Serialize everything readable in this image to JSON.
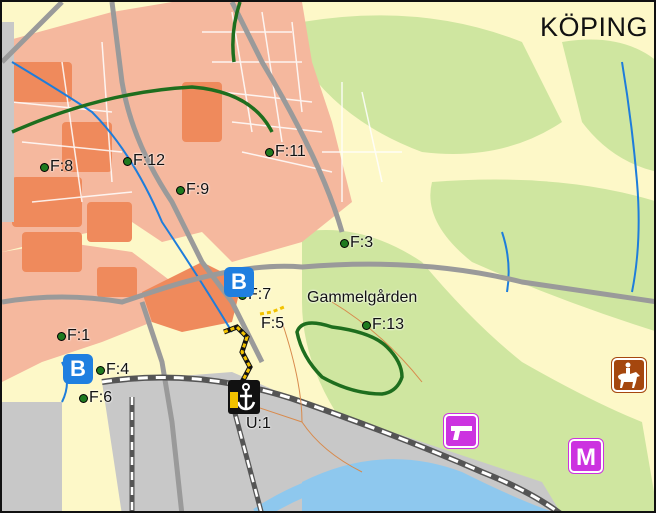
{
  "map": {
    "title": "KÖPING",
    "colors": {
      "background": "#fdf8c8",
      "urban": "#f5b89e",
      "dense_urban": "#ef8a5c",
      "forest": "#cfe6a0",
      "water": "#8ec8ee",
      "trail": "#1e6e1e",
      "poi_dot": "#1f7a1f",
      "parking": "#1f7fe0",
      "activity": "#cc33e0",
      "horse": "#a5470e"
    },
    "pois": [
      {
        "id": "f8",
        "label": "F:8"
      },
      {
        "id": "f12",
        "label": "F:12"
      },
      {
        "id": "f11",
        "label": "F:11"
      },
      {
        "id": "f9",
        "label": "F:9"
      },
      {
        "id": "f3",
        "label": "F:3"
      },
      {
        "id": "f7",
        "label": "F:7"
      },
      {
        "id": "f5",
        "label": "F:5"
      },
      {
        "id": "f13",
        "label": "F:13"
      },
      {
        "id": "f1",
        "label": "F:1"
      },
      {
        "id": "f4",
        "label": "F:4"
      },
      {
        "id": "f6",
        "label": "F:6"
      }
    ],
    "place_name": "Gammelgården",
    "parking_label": "B",
    "motor_label": "M",
    "harbor_label": "U:1",
    "icons": {
      "parking": "parking-icon",
      "harbor": "anchor-icon",
      "shooting": "pistol-icon",
      "riding": "horse-rider-icon",
      "motor": "motor-sport-icon"
    }
  }
}
